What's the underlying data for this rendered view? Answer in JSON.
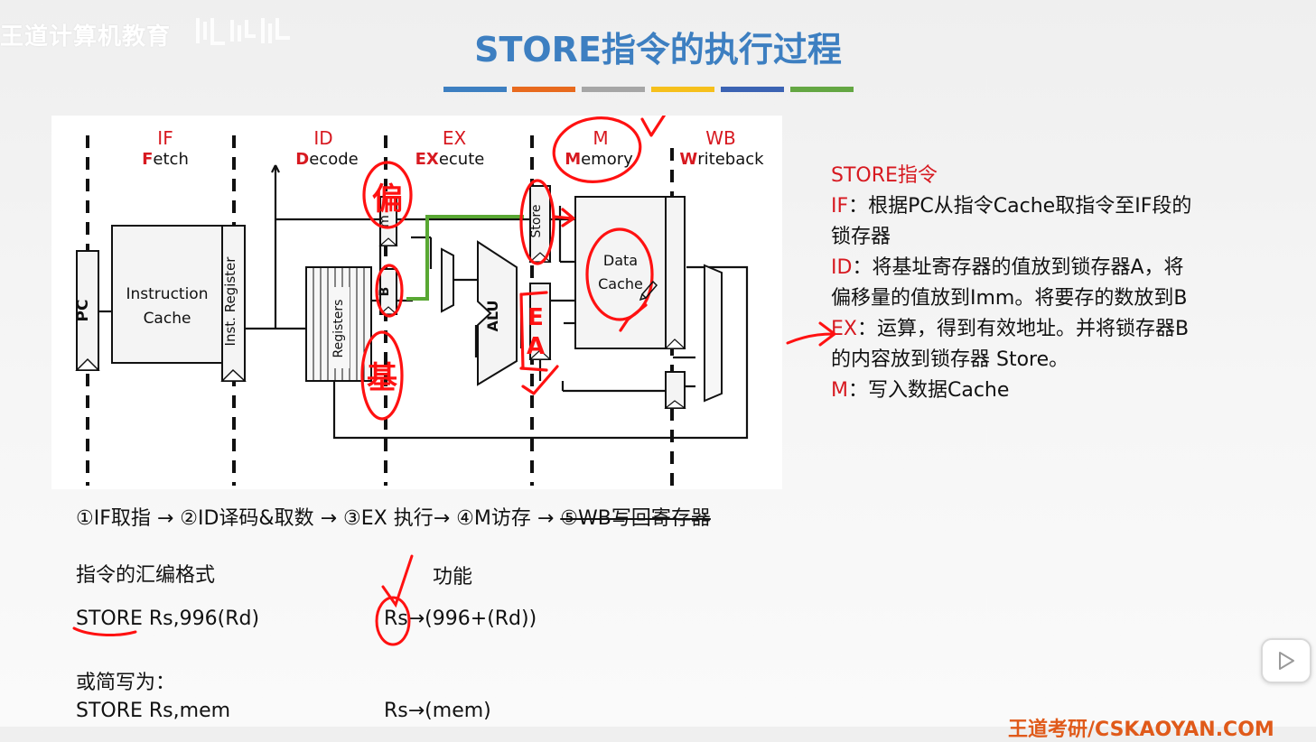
{
  "header": {
    "watermark": "王道计算机教育",
    "title": "STORE指令的执行过程",
    "color_bars": [
      "#3d7fc1",
      "#e86a1e",
      "#a6a6a6",
      "#f6c01c",
      "#3b63b3",
      "#64a743"
    ]
  },
  "diagram": {
    "stages": [
      {
        "name": "IF",
        "first": "F",
        "rest": "etch"
      },
      {
        "name": "ID",
        "first": "D",
        "rest": "ecode"
      },
      {
        "name": "EX",
        "first": "EX",
        "rest": "ecute"
      },
      {
        "name": "M",
        "first": "M",
        "rest": "emory"
      },
      {
        "name": "WB",
        "first": "W",
        "rest": "riteback"
      }
    ],
    "blocks": {
      "pc": "PC",
      "instruction_cache": [
        "Instruction",
        "Cache"
      ],
      "inst_register": "Inst. Register",
      "registers": "Registers",
      "b_latch": "B",
      "imm_latch": "m",
      "alu": "ALU",
      "store_latch": "Store",
      "data_cache": [
        "Data",
        "Cache"
      ]
    },
    "annotations": {
      "offset": "偏",
      "base": "基",
      "ea": [
        "E",
        "A"
      ]
    }
  },
  "right_panel": {
    "heading": "STORE指令",
    "if_label": "IF",
    "if_text_1": "：根据PC从指令Cache取指令至IF段的",
    "if_text_2": "锁存器",
    "id_label": "ID",
    "id_text_1": "：将基址寄存器的值放到锁存器A，将",
    "id_text_2": "偏移量的值放到Imm。将要存的数放到B",
    "ex_label": "EX",
    "ex_text_1": "：运算，得到有效地址。并将锁存器B",
    "ex_text_2": "的内容放到锁存器 Store。",
    "m_label": "M",
    "m_text": "：写入数据Cache"
  },
  "flow": {
    "main": "①IF取指 → ②ID译码&取数 → ③EX 执行→ ④M访存 → ",
    "struck": "⑤WB写回寄存器"
  },
  "format": {
    "col1_header": "指令的汇编格式",
    "col2_header": "功能",
    "row1_instr": "STORE  Rs,996(Rd)",
    "row1_func": "Rs→(996+(Rd))",
    "short_label": "或简写为：",
    "row2_instr": "STORE  Rs,mem",
    "row2_func": "Rs→(mem)"
  },
  "footer": {
    "brand": "王道考研/CSKAOYAN.COM"
  }
}
